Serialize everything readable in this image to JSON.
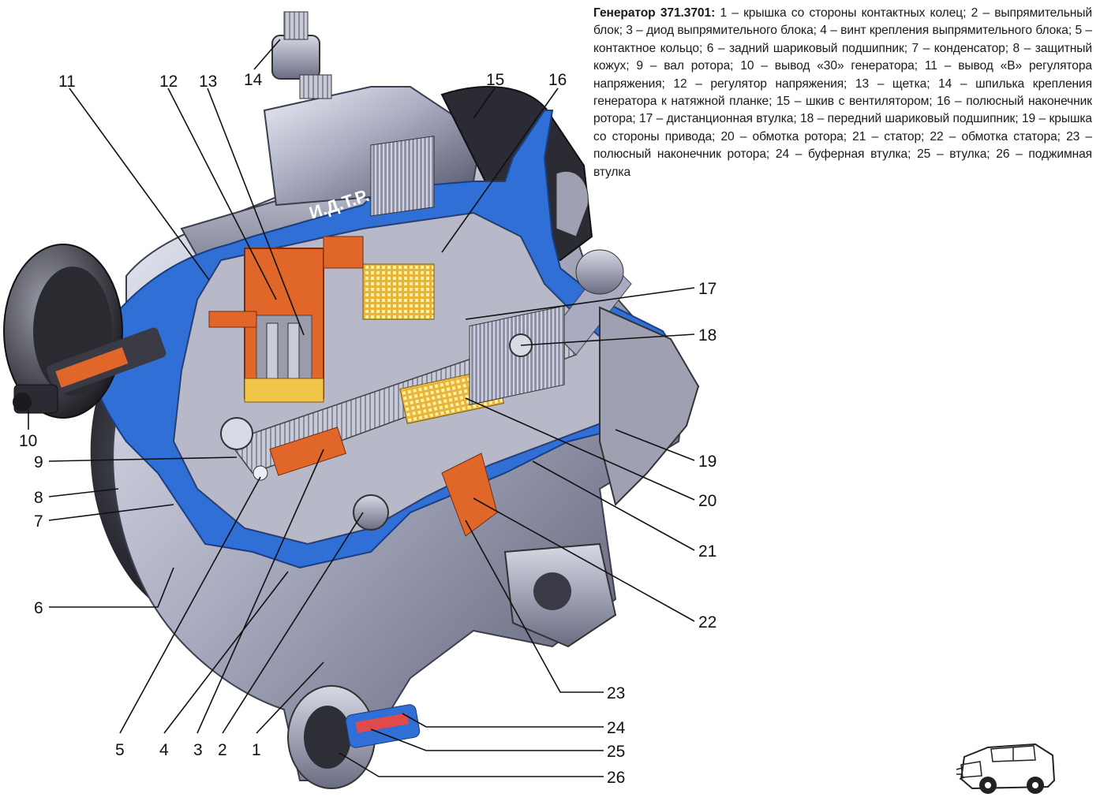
{
  "caption": {
    "title": "Генератор 371.3701:",
    "text": "1 – крышка со стороны контактных колец; 2 – выпрямительный блок; 3 – диод выпрямительного блока; 4 – винт крепления выпрямительного блока; 5 – контактное кольцо; 6 – задний шариковый подшипник; 7 – конденсатор; 8 – защитный кожух; 9 – вал ротора; 10 – вывод «30» генератора; 11 – вывод «В» регулятора напряжения; 12 – регулятор напряжения; 13 – щетка; 14 – шпилька крепления генератора к натяжной планке; 15 – шкив с вентилятором; 16 – полюсный наконечник ротора; 17 – дистанционная втулка; 18 – передний шариковый подшипник; 19 – крышка со стороны привода; 20 – обмотка ротора; 21 – статор; 22 – обмотка статора; 23 – полюсный наконечник ротора; 24 – буферная втулка; 25 – втулка; 26 – поджимная втулка"
  },
  "housing_text": "И.Д.Т.Р.",
  "callouts": {
    "c1": "1",
    "c2": "2",
    "c3": "3",
    "c4": "4",
    "c5": "5",
    "c6": "6",
    "c7": "7",
    "c8": "8",
    "c9": "9",
    "c10": "10",
    "c11": "11",
    "c12": "12",
    "c13": "13",
    "c14": "14",
    "c15": "15",
    "c16": "16",
    "c17": "17",
    "c18": "18",
    "c19": "19",
    "c20": "20",
    "c21": "21",
    "c22": "22",
    "c23": "23",
    "c24": "24",
    "c25": "25",
    "c26": "26"
  },
  "colors": {
    "cutaway_blue": "#2f6fd6",
    "metal_light": "#c9cbd8",
    "metal_dark": "#55586a",
    "winding_orange": "#e0662a",
    "winding_yellow": "#f2c64a",
    "cover_black": "#1e1e22"
  }
}
